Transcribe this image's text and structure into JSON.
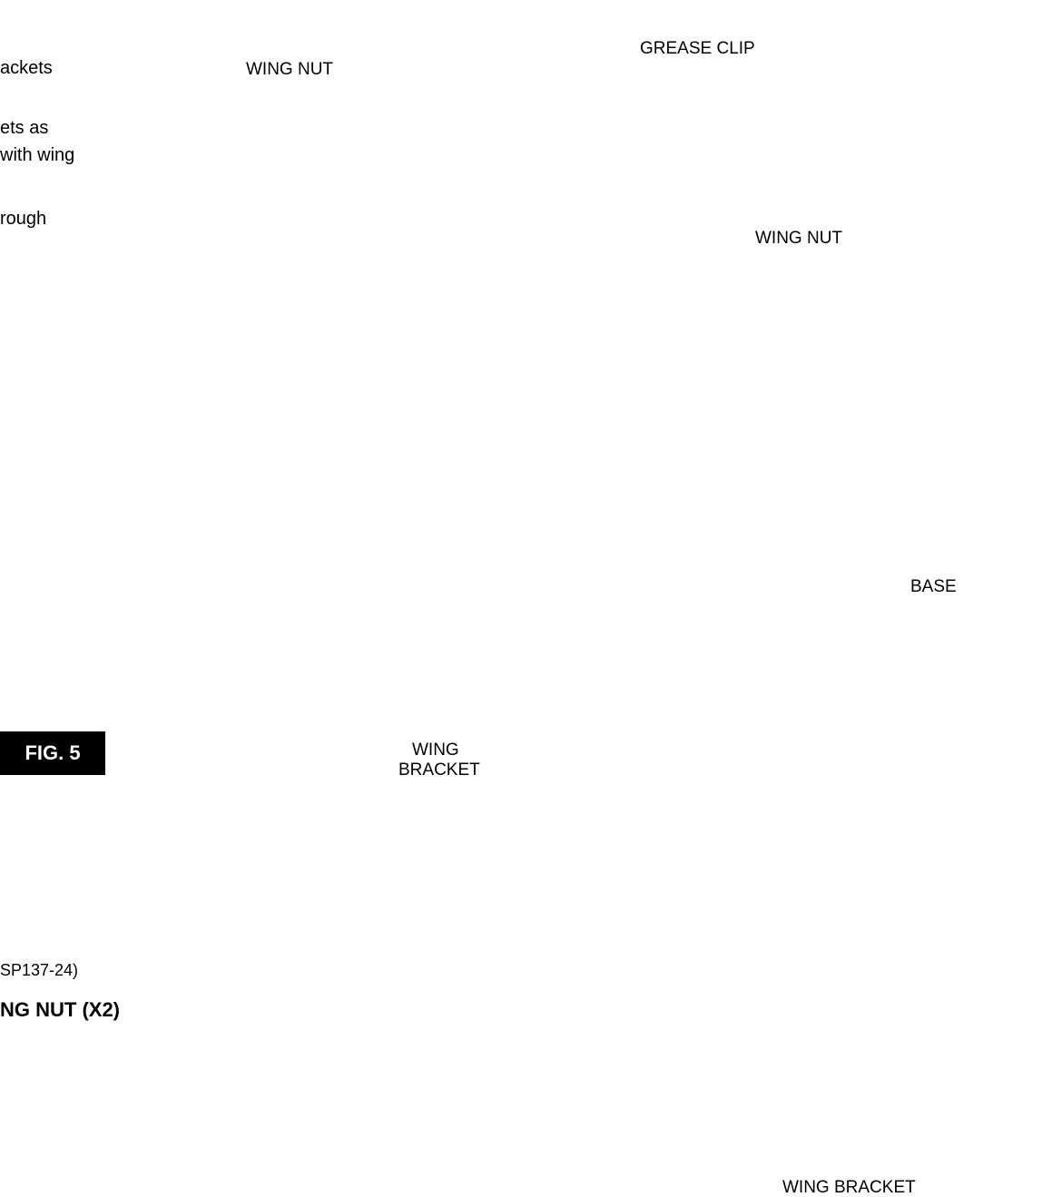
{
  "instructions": {
    "line1": "ackets",
    "line2": "ets as",
    "line3": "with wing",
    "line4": "rough"
  },
  "figure_label": "FIG. 5",
  "labels": {
    "wing_nut_left": "WING NUT",
    "grease_clip": "GREASE CLIP",
    "wing_nut_right": "WING NUT",
    "base": "BASE",
    "wing_bracket_line1": "WING",
    "wing_bracket_line2": "BRACKET",
    "wing_bracket_bottom": "WING BRACKET"
  },
  "parts": {
    "part_number": "SP137-24)",
    "part_name": "NG NUT (X2)"
  }
}
